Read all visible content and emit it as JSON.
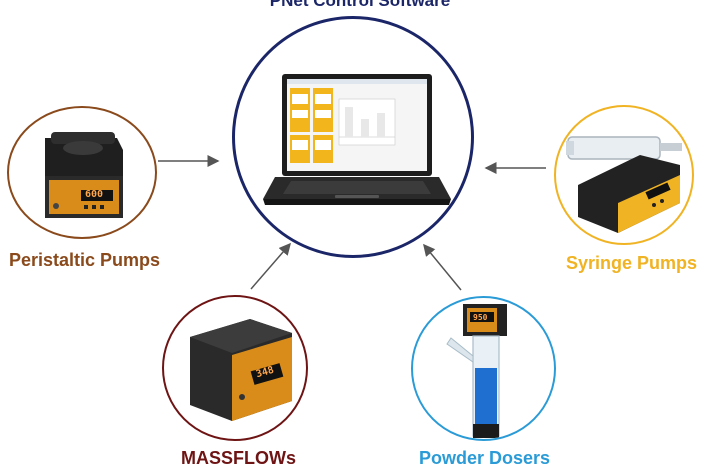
{
  "title": "PNet Control Software",
  "nodes": {
    "peristaltic": {
      "label": "Peristaltic Pumps",
      "display": "600",
      "color": "#8a4a1c"
    },
    "syringe": {
      "label": "Syringe Pumps",
      "color": "#f0b323"
    },
    "massflow": {
      "label": "MASSFLOWs",
      "display": "348",
      "color": "#6e1414"
    },
    "powder": {
      "label": "Powder Dosers",
      "display": "950",
      "color": "#2a9bd6"
    }
  },
  "hub_color": "#1b2668"
}
